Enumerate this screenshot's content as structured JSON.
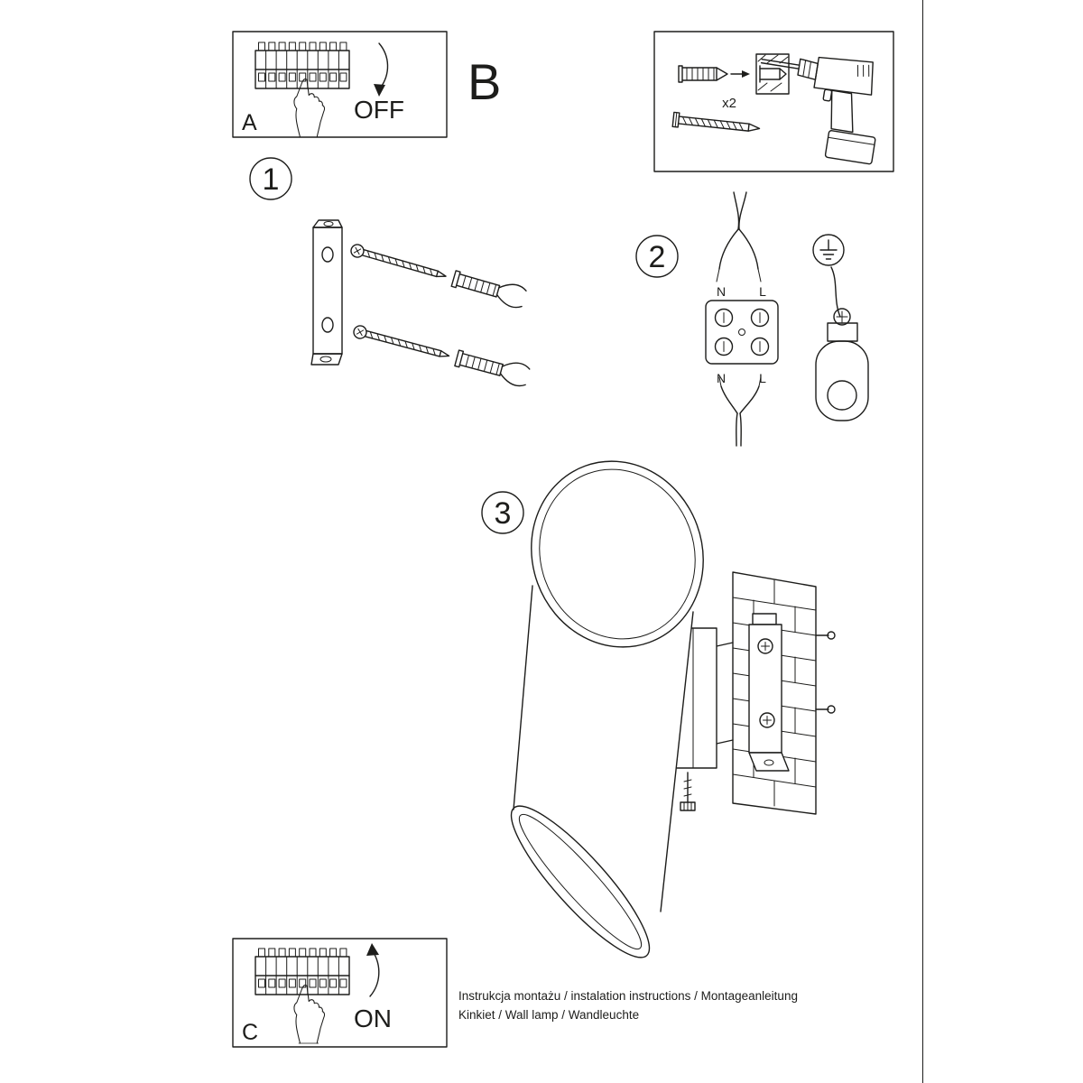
{
  "page": {
    "background": "#ffffff",
    "ink": "#1d1d1b"
  },
  "panel_a": {
    "label": "A",
    "action": "OFF"
  },
  "section_b": {
    "label": "B",
    "quantity": "x2"
  },
  "step_1": {
    "number": "1"
  },
  "step_2": {
    "number": "2",
    "wire_top_left": "N",
    "wire_top_right": "L",
    "wire_bottom_left": "N",
    "wire_bottom_right": "L"
  },
  "step_3": {
    "number": "3"
  },
  "panel_c": {
    "label": "C",
    "action": "ON"
  },
  "footer": {
    "line1": "Instrukcja montażu / instalation instructions / Montageanleitung",
    "line2": "Kinkiet / Wall lamp / Wandleuchte"
  }
}
